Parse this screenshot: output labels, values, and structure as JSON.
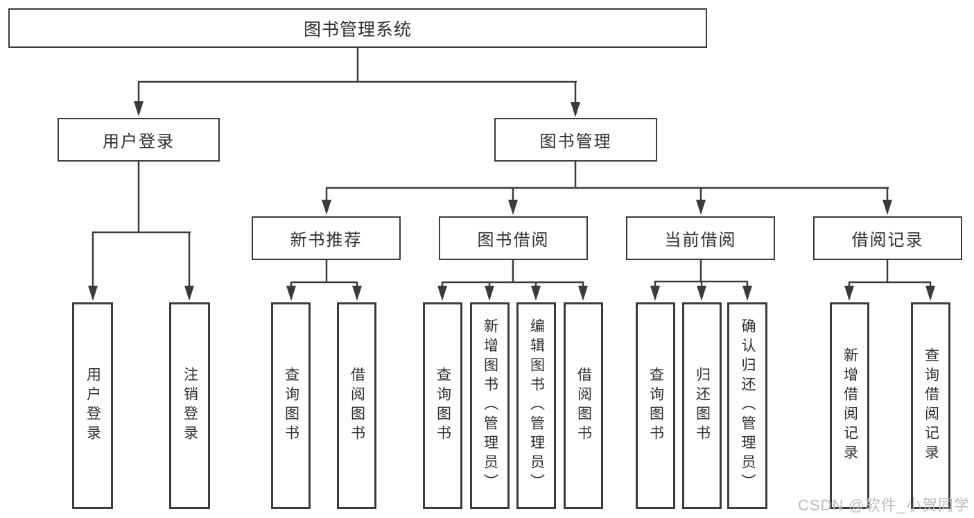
{
  "root": {
    "label": "图书管理系统"
  },
  "branches": [
    {
      "label": "用户登录",
      "children": [
        "用户登录",
        "注销登录"
      ]
    },
    {
      "label": "图书管理",
      "sections": [
        {
          "label": "新书推荐",
          "children": [
            "查询图书",
            "借阅图书"
          ]
        },
        {
          "label": "图书借阅",
          "children": [
            "查询图书",
            "新增图书（管理员）",
            "编辑图书（管理员）",
            "借阅图书"
          ]
        },
        {
          "label": "当前借阅",
          "children": [
            "查询图书",
            "归还图书",
            "确认归还（管理员）"
          ]
        },
        {
          "label": "借阅记录",
          "children": [
            "新增借阅记录",
            "查询借阅记录"
          ]
        }
      ]
    }
  ],
  "watermark": {
    "text": "CSDN @软件_小贺同学"
  },
  "colors": {
    "line": "#3b3b3b",
    "box_border": "#3b3b3b",
    "text": "#2e2e2e",
    "watermark": "#bdbdbd",
    "background": "#ffffff"
  }
}
